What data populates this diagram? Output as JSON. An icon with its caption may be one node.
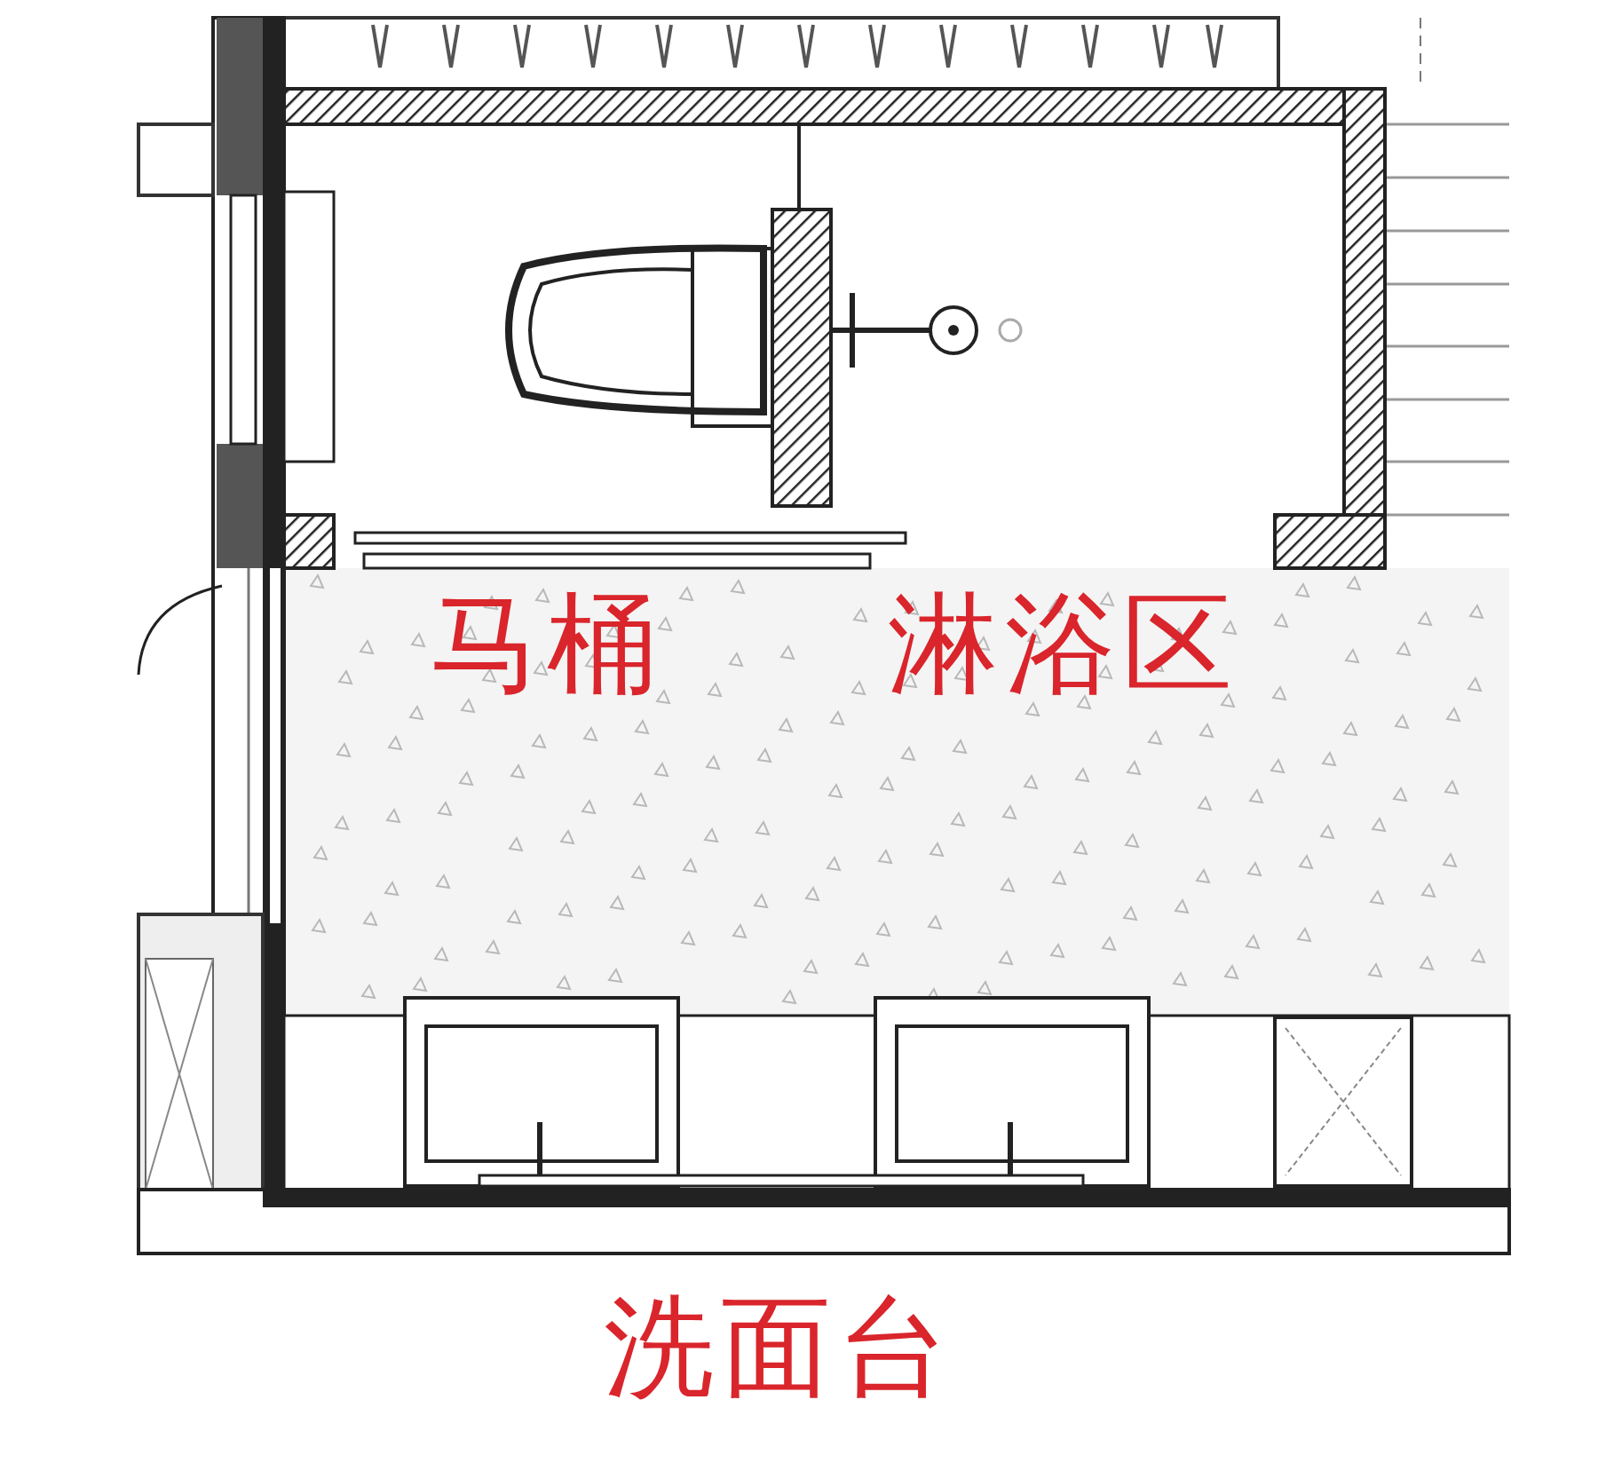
{
  "diagram": {
    "labels": [
      "马桶",
      "淋浴区",
      "洗面台"
    ]
  }
}
